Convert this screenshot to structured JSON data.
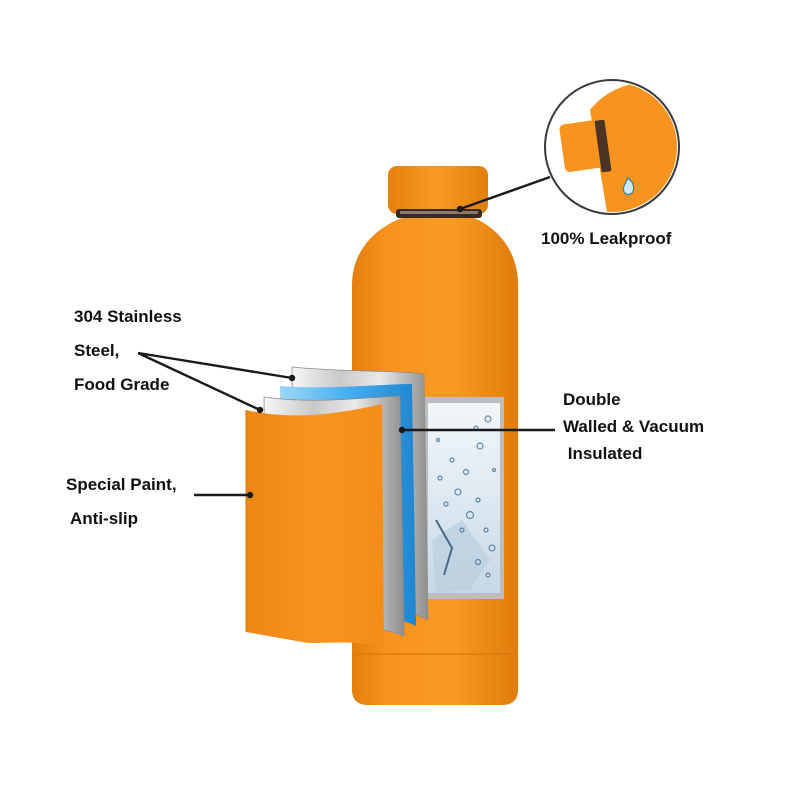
{
  "callouts": {
    "leakproof": "100% Leakproof",
    "steel": [
      "304 Stainless",
      "Steel,",
      "Food Grade"
    ],
    "paint": [
      "Special Paint,",
      "Anti-slip"
    ],
    "insulation": [
      "Double",
      "Walled & Vacuum",
      " Insulated"
    ]
  },
  "colors": {
    "bottle_orange": "#f7931e",
    "bottle_shade": "#e27f0c",
    "steel_light": "#eeeeee",
    "steel_dark": "#9a9a9a",
    "vacuum_blue": "#3fa7e6",
    "water_pale": "#dfeaf3"
  }
}
